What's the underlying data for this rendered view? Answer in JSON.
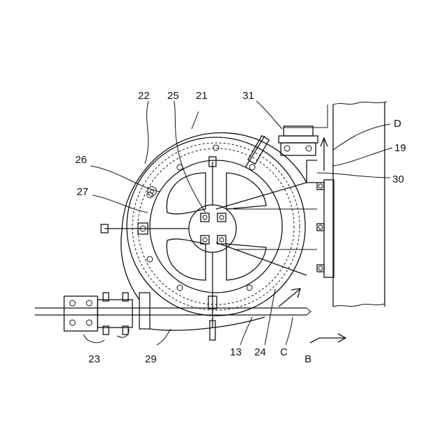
{
  "labels": {
    "l22": "22",
    "l25": "25",
    "l21": "21",
    "l31": "31",
    "lD": "D",
    "l19": "19",
    "l26": "26",
    "l30": "30",
    "l27": "27",
    "l23": "23",
    "l29": "29",
    "l13": "13",
    "l24": "24",
    "lC": "C",
    "lB": "B"
  }
}
